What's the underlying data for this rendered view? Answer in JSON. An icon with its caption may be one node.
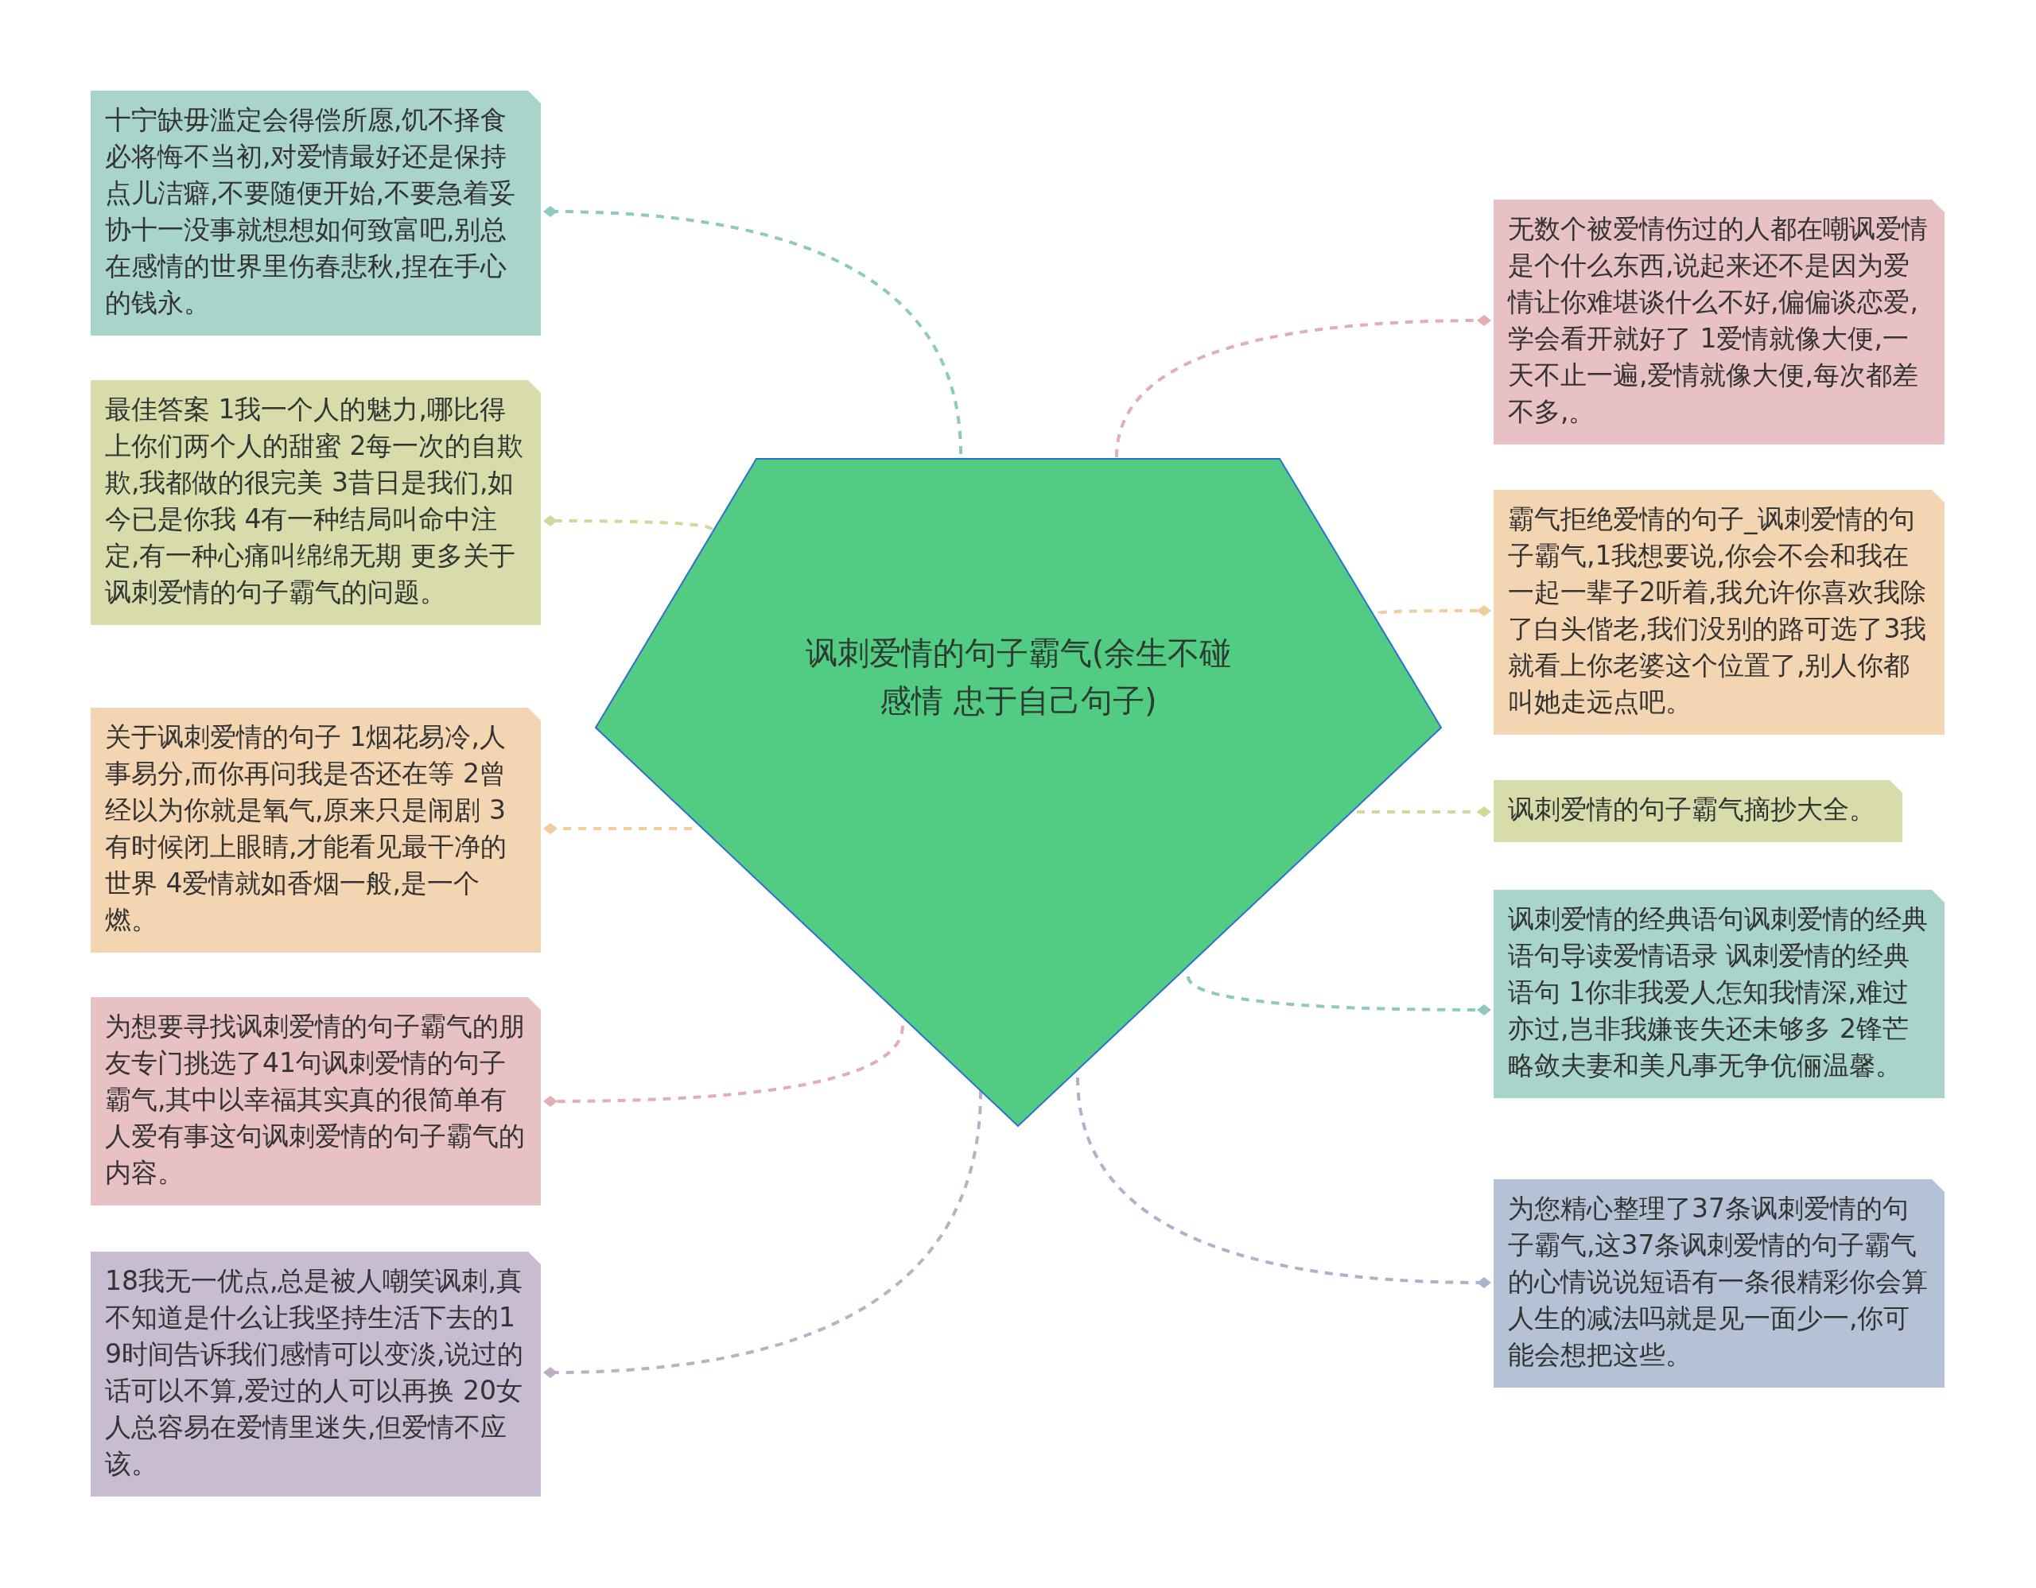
{
  "diagram": {
    "nodes": [
      {
        "text": [
          "讽刺爱情的句子霸气(余生不碰感情 忠于自己句子)"
        ]
      },
      {
        "text": [
          "十宁缺毋滥定会得偿所愿,饥不择食必将悔不当初,对爱情最好还是保持点儿洁癖,不要随便开始,不要急着妥协十一没事就想想如何致富吧,别总在感情的世界里伤春悲秋,捏在手心的钱永。"
        ]
      },
      {
        "text": [
          "最佳答案 1我一个人的魅力,哪比得上你们两个人的甜蜜 2每一次的自欺欺,我都做的很完美 3昔日是我们,如今已是你我 4有一种结局叫命中注定,有一种心痛叫绵绵无期 更多关于讽刺爱情的句子霸气的问题。"
        ]
      },
      {
        "text": [
          "关于讽刺爱情的句子 1烟花易冷,人事易分,而你再问我是否还在等 2曾经以为你就是氧气,原来只是闹剧 3有时候闭上眼睛,才能看见最干净的世界 4爱情就如香烟一般,是一个燃。"
        ]
      },
      {
        "text": [
          "为想要寻找讽刺爱情的句子霸气的朋友专门挑选了41句讽刺爱情的句子霸气,其中以幸福其实真的很简单有人爱有事这句讽刺爱情的句子霸气的内容。"
        ]
      },
      {
        "text": [
          "18我无一优点,总是被人嘲笑讽刺,真不知道是什么让我坚持生活下去的19时间告诉我们感情可以变淡,说过的话可以不算,爱过的人可以再换 20女人总容易在爱情里迷失,但爱情不应该。"
        ]
      },
      {
        "text": [
          "无数个被爱情伤过的人都在嘲讽爱情是个什么东西,说起来还不是因为爱情让你难堪谈什么不好,偏偏谈恋爱,学会看开就好了 1爱情就像大便,一天不止一遍,爱情就像大便,每次都差不多,。"
        ]
      },
      {
        "text": [
          "霸气拒绝爱情的句子_讽刺爱情的句子霸气,1我想要说,你会不会和我在一起一辈子2听着,我允许你喜欢我除了白头偕老,我们没别的路可选了3我就看上你老婆这个位置了,别人你都叫她走远点吧。"
        ]
      },
      {
        "text": [
          "讽刺爱情的句子霸气摘抄大全。"
        ]
      },
      {
        "text": [
          "讽刺爱情的经典语句讽刺爱情的经典语句导读爱情语录 讽刺爱情的经典语句 1你非我爱人怎知我情深,难过亦过,岂非我嫌丧失还未够多 2锋芒略敛夫妻和美凡事无争伉俪温馨。"
        ]
      },
      {
        "text": [
          "为您精心整理了37条讽刺爱情的句子霸气,这37条讽刺爱情的句子霸气的心情说说短语有一条很精彩你会算人生的减法吗就是见一面少一,你可能会想把这些。"
        ]
      }
    ],
    "edges": [
      {
        "from": 0,
        "to": 1,
        "arrow": "other",
        "style": "dashed",
        "color": "#8fc9bd"
      },
      {
        "from": 0,
        "to": 2,
        "arrow": "other",
        "style": "dashed",
        "color": "#d3d89a"
      },
      {
        "from": 0,
        "to": 3,
        "arrow": "other",
        "style": "dashed",
        "color": "#f1cc9c"
      },
      {
        "from": 0,
        "to": 4,
        "arrow": "other",
        "style": "dashed",
        "color": "#e3aeb2"
      },
      {
        "from": 0,
        "to": 5,
        "arrow": "other",
        "style": "dashed",
        "color": "#bbaec6"
      },
      {
        "from": 0,
        "to": 6,
        "arrow": "other",
        "style": "dashed",
        "color": "#e3aeb2"
      },
      {
        "from": 0,
        "to": 7,
        "arrow": "other",
        "style": "dashed",
        "color": "#f1cc9c"
      },
      {
        "from": 0,
        "to": 8,
        "arrow": "other",
        "style": "dashed",
        "color": "#d3d89a"
      },
      {
        "from": 0,
        "to": 9,
        "arrow": "other",
        "style": "dashed",
        "color": "#8fc9bd"
      },
      {
        "from": 0,
        "to": 10,
        "arrow": "other",
        "style": "dashed",
        "color": "#a7b4cc"
      }
    ]
  }
}
